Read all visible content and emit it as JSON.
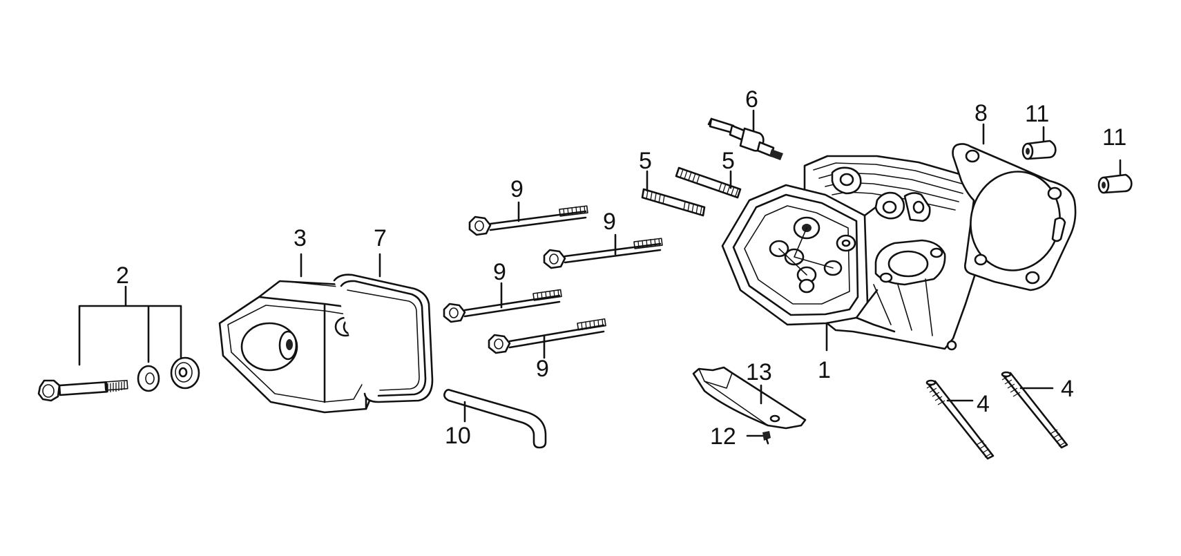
{
  "callouts": [
    {
      "id": "1",
      "text": "1"
    },
    {
      "id": "2",
      "text": "2"
    },
    {
      "id": "3",
      "text": "3"
    },
    {
      "id": "4a",
      "text": "4"
    },
    {
      "id": "4b",
      "text": "4"
    },
    {
      "id": "5a",
      "text": "5"
    },
    {
      "id": "5b",
      "text": "5"
    },
    {
      "id": "6",
      "text": "6"
    },
    {
      "id": "7",
      "text": "7"
    },
    {
      "id": "8",
      "text": "8"
    },
    {
      "id": "9a",
      "text": "9"
    },
    {
      "id": "9b",
      "text": "9"
    },
    {
      "id": "9c",
      "text": "9"
    },
    {
      "id": "9d",
      "text": "9"
    },
    {
      "id": "10",
      "text": "10"
    },
    {
      "id": "11a",
      "text": "11"
    },
    {
      "id": "11b",
      "text": "11"
    },
    {
      "id": "12",
      "text": "12"
    },
    {
      "id": "13",
      "text": "13"
    }
  ],
  "colors": {
    "ink": "#111111",
    "paper": "#ffffff"
  }
}
